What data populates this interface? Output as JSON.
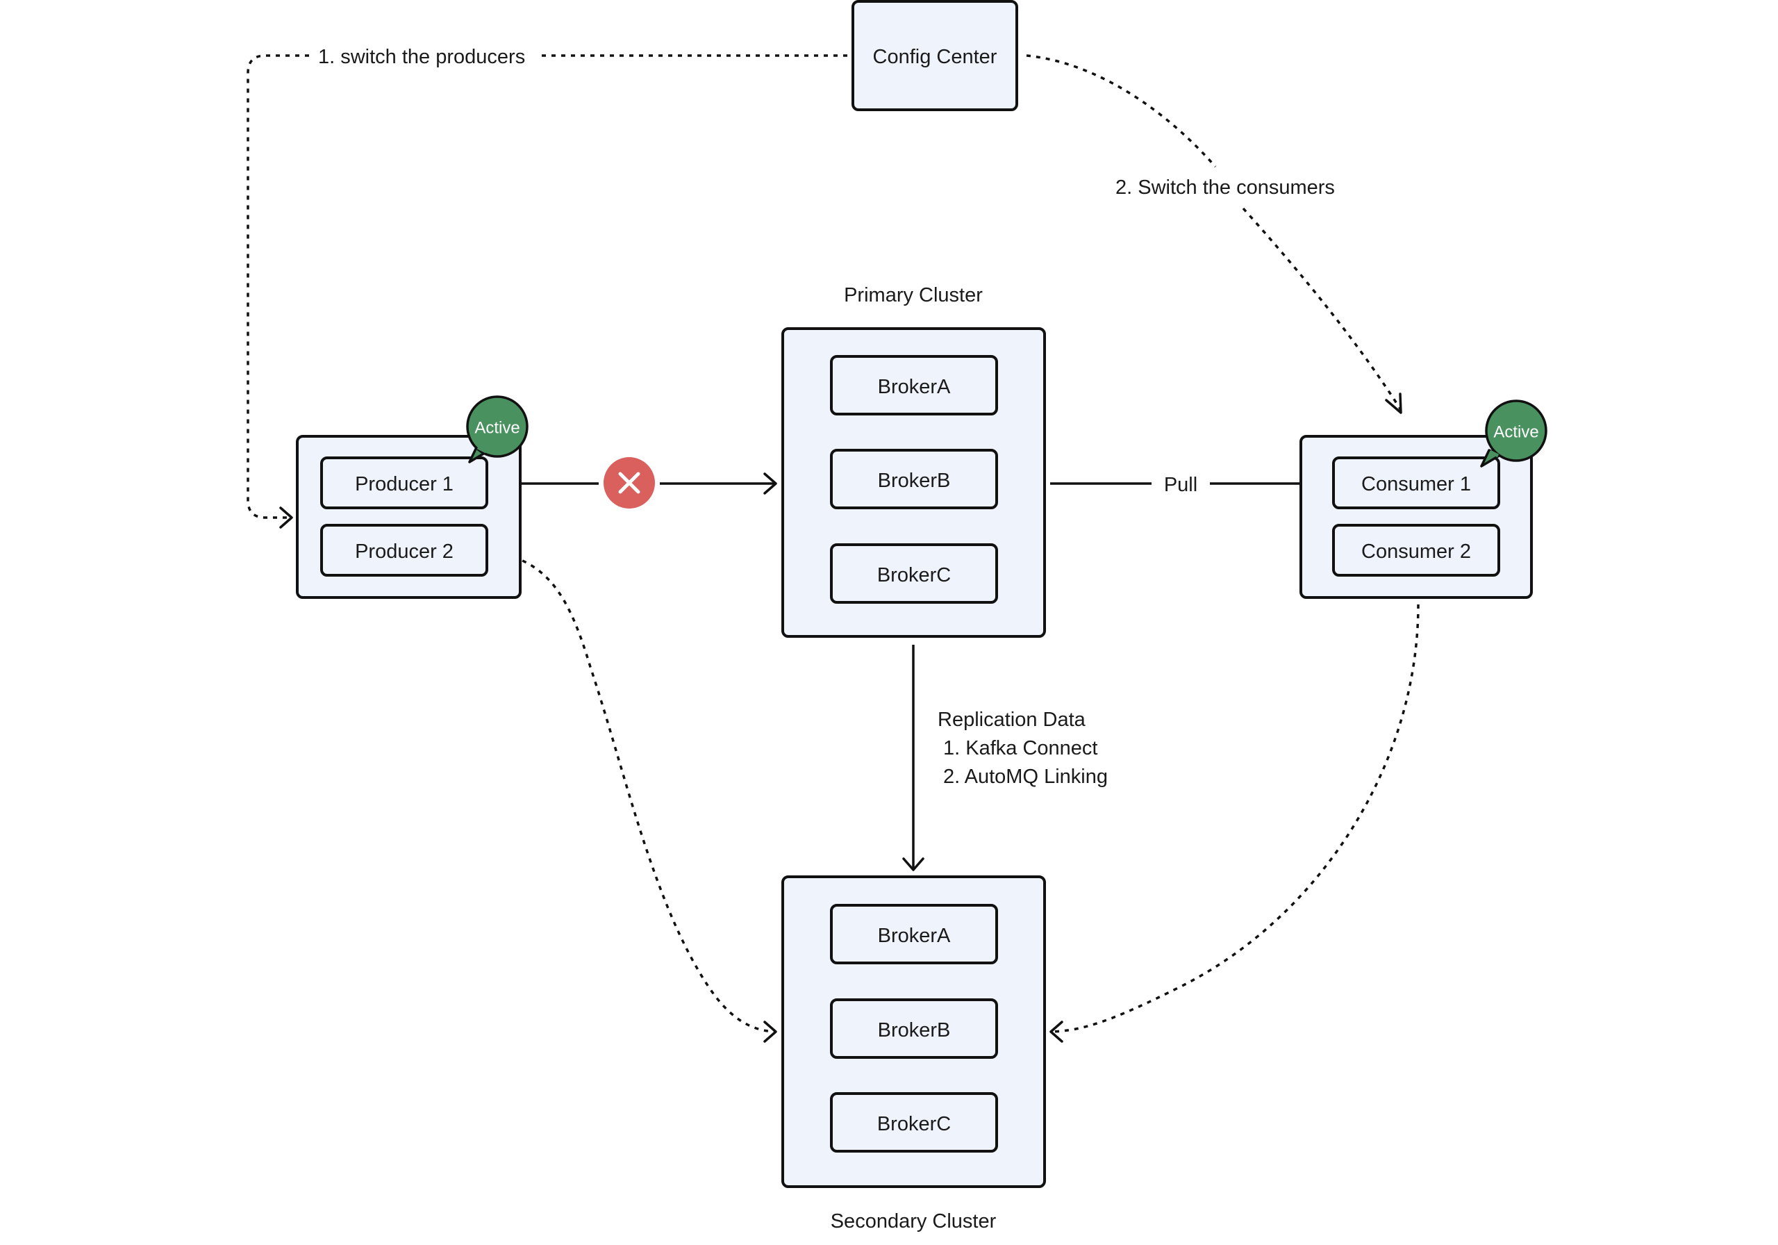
{
  "config_center": {
    "label": "Config Center"
  },
  "edges": {
    "switch_producers": "1. switch the producers",
    "switch_consumers": "2. Switch the consumers",
    "pull": "Pull",
    "replication_title": "Replication Data",
    "replication_item_1": "1. Kafka Connect",
    "replication_item_2": "2. AutoMQ Linking"
  },
  "producers": {
    "badge": "Active",
    "items": [
      "Producer 1",
      "Producer 2"
    ]
  },
  "consumers": {
    "badge": "Active",
    "items": [
      "Consumer 1",
      "Consumer 2"
    ]
  },
  "primary_cluster": {
    "title": "Primary Cluster",
    "brokers": [
      "BrokerA",
      "BrokerB",
      "BrokerC"
    ]
  },
  "secondary_cluster": {
    "title": "Secondary Cluster",
    "brokers": [
      "BrokerA",
      "BrokerB",
      "BrokerC"
    ]
  },
  "colors": {
    "box_fill": "#eef3fc",
    "active_badge": "#4a9160",
    "error_marker": "#d9605c"
  },
  "icons": {
    "error_marker": "close-icon"
  }
}
